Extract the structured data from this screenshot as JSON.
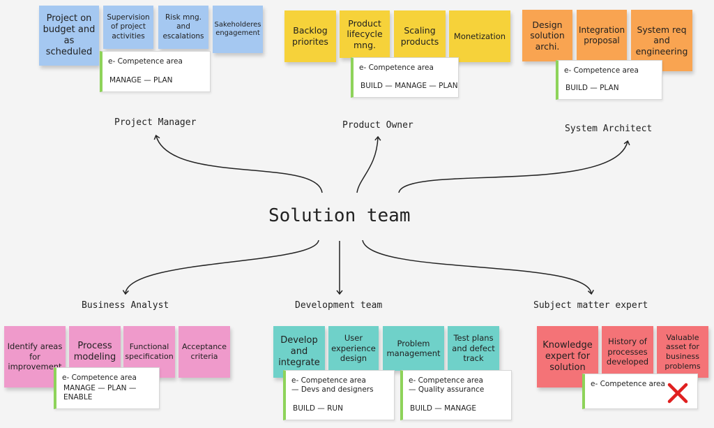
{
  "center_label": "Solution team",
  "roles": {
    "project_manager": {
      "label": "Project Manager",
      "notes": [
        "Project  on budget and as scheduled",
        "Supervision of project activities",
        "Risk mng. and escalations",
        "Sakeholderes engagement"
      ],
      "card": {
        "title": "e- Competence area",
        "subtitle": "",
        "tags": "MANAGE — PLAN"
      }
    },
    "product_owner": {
      "label": "Product Owner",
      "notes": [
        "Backlog priorites",
        "Product lifecycle mng.",
        "Scaling products",
        "Monetization"
      ],
      "card": {
        "title": "e- Competence area",
        "subtitle": "",
        "tags": "BUILD — MANAGE — PLAN"
      }
    },
    "system_architect": {
      "label": "System Architect",
      "notes": [
        "Design solution archi.",
        "Integration proposal",
        "System req and engineering"
      ],
      "card": {
        "title": "e- Competence area",
        "subtitle": "",
        "tags": "BUILD — PLAN"
      }
    },
    "business_analyst": {
      "label": "Business Analyst",
      "notes": [
        "Identify areas for improvement",
        "Process modeling",
        "Functional specification",
        "Acceptance criteria"
      ],
      "card": {
        "title": "e- Competence area",
        "subtitle": "",
        "tags": "MANAGE — PLAN — ENABLE"
      }
    },
    "development_team": {
      "label": "Development team",
      "notes": [
        "Develop and integrate",
        "User experience design",
        "Problem management",
        "Test plans and defect track"
      ],
      "cards": [
        {
          "title": "e- Competence area",
          "subtitle": "— Devs and designers",
          "tags": "BUILD — RUN"
        },
        {
          "title": "e- Competence area",
          "subtitle": "— Quality assurance",
          "tags": "BUILD — MANAGE"
        }
      ]
    },
    "subject_matter_expert": {
      "label": "Subject matter expert",
      "notes": [
        "Knowledge expert for solution",
        "History of processes developed",
        "Valuable asset for business problems"
      ],
      "card": {
        "title": "e- Competence area",
        "subtitle": "",
        "tags": "",
        "mark": "x-mark-icon"
      }
    }
  },
  "colors": {
    "blue": "#a5c8f1",
    "yellow": "#f6d23a",
    "orange": "#f9a451",
    "pink": "#ef9acb",
    "teal": "#6fd1c9",
    "red": "#f47377",
    "card_accent": "#8ed35a",
    "x_mark": "#e02020"
  }
}
